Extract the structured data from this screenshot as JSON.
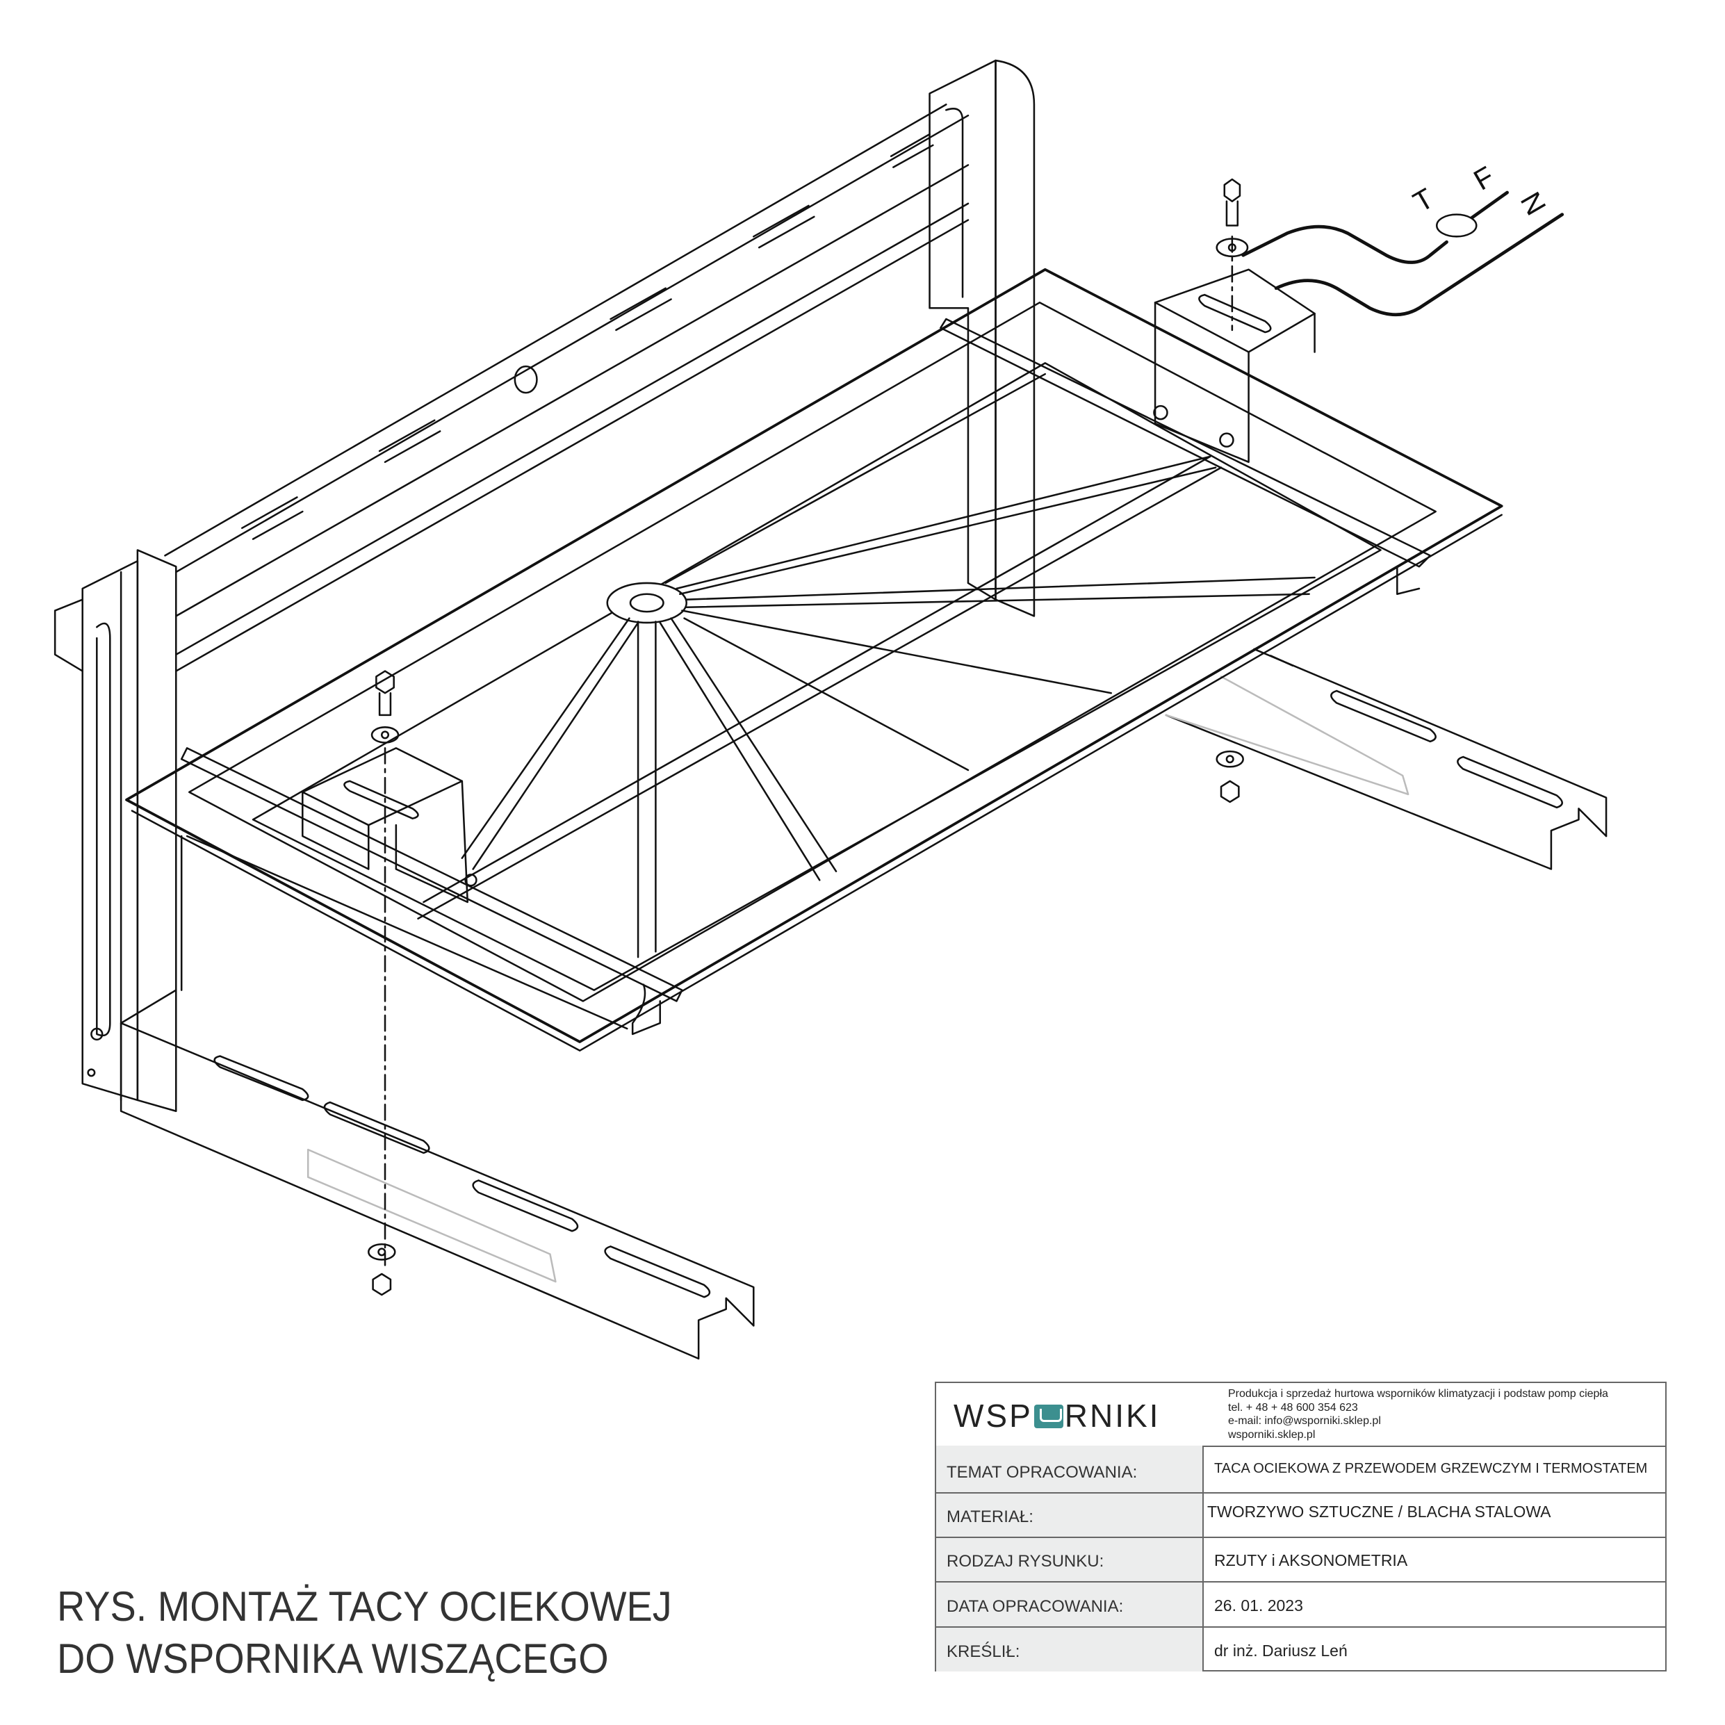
{
  "drawing": {
    "cable_labels": [
      "T",
      "F",
      "N"
    ]
  },
  "title": {
    "line1": "RYS. MONTAŻ TACY OCIEKOWEJ",
    "line2": "DO WSPORNIKA WISZĄCEGO"
  },
  "title_block": {
    "logo_text": "WSPORNIKI",
    "logo_left": "WSP",
    "logo_right": "RNIKI",
    "accent_color": "#3c8f8f",
    "company_info": [
      "Produkcja i sprzedaż hurtowa wsporników klimatyzacji i podstaw pomp ciepła",
      "tel. + 48 + 48 600 354 623",
      "e-mail: info@wsporniki.sklep.pl",
      "wsporniki.sklep.pl"
    ],
    "rows": [
      {
        "label": "TEMAT OPRACOWANIA:",
        "value": "TACA OCIEKOWA Z PRZEWODEM GRZEWCZYM I TERMOSTATEM"
      },
      {
        "label": "MATERIAŁ:",
        "value": "TWORZYWO SZTUCZNE / BLACHA STALOWA"
      },
      {
        "label": "RODZAJ RYSUNKU:",
        "value": "RZUTY i AKSONOMETRIA"
      },
      {
        "label": "DATA OPRACOWANIA:",
        "value": "26. 01. 2023"
      },
      {
        "label": "KREŚLIŁ:",
        "value": "dr inż. Dariusz Leń"
      }
    ]
  }
}
